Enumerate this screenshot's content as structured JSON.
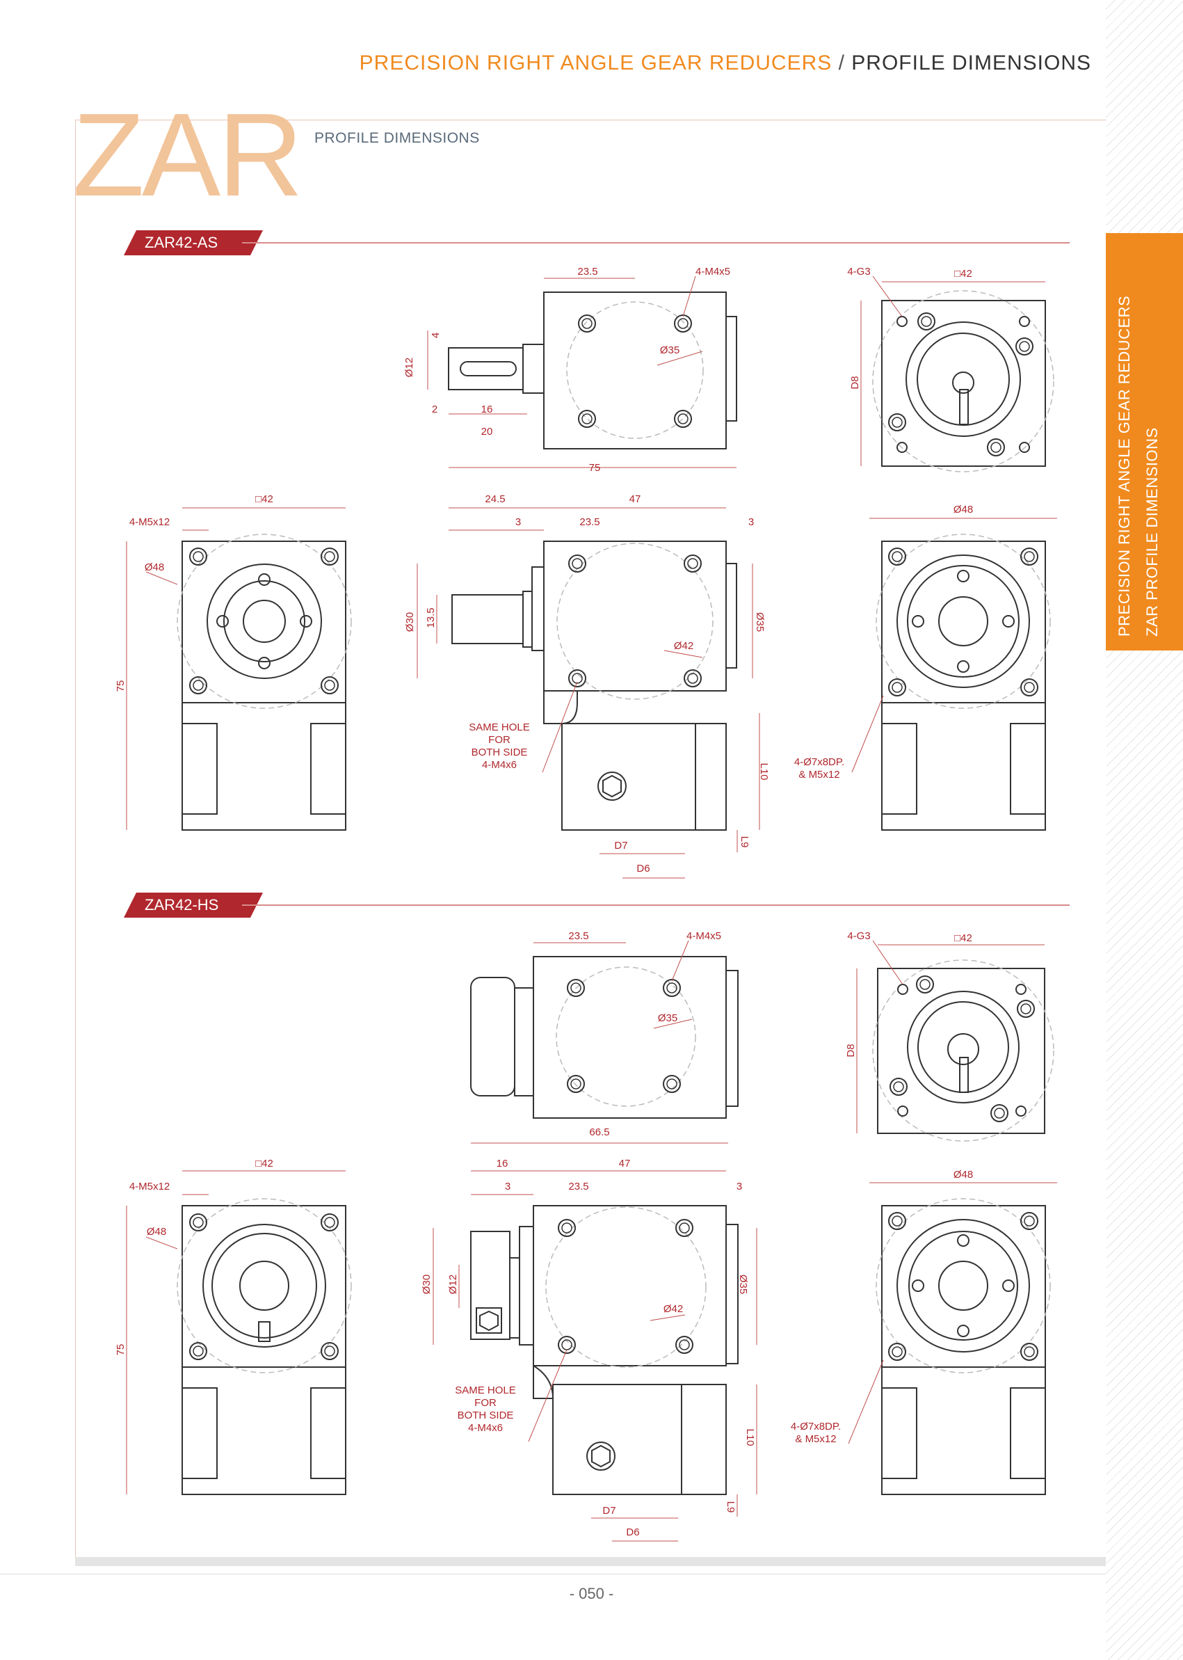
{
  "header": {
    "orange": "PRECISION RIGHT ANGLE GEAR REDUCERS",
    "sep": "/",
    "dark": "PROFILE DIMENSIONS"
  },
  "brand": {
    "big": "ZAR",
    "sub": "PROFILE DIMENSIONS"
  },
  "side_tab": {
    "line1": "PRECISION RIGHT ANGLE GEAR REDUCERS",
    "line2": "ZAR PROFILE DIMENSIONS"
  },
  "sections": [
    {
      "title": "ZAR42-AS",
      "top_side": {
        "d_23_5": "23.5",
        "m4": "4-M4x5",
        "d35": "Ø35",
        "d4": "4",
        "d12": "Ø12",
        "d2": "2",
        "d16": "16",
        "d20": "20",
        "d75": "75"
      },
      "top_end": {
        "g3": "4-G3",
        "sq42": "□42",
        "d8": "D8"
      },
      "bot_left": {
        "sq42": "□42",
        "m5": "4-M5x12",
        "d48": "Ø48",
        "d75": "75"
      },
      "bot_mid": {
        "d24_5": "24.5",
        "d47": "47",
        "d3a": "3",
        "d23_5": "23.5",
        "d3b": "3",
        "d30": "Ø30",
        "d13_5": "13.5",
        "d35": "Ø35",
        "d42": "Ø42",
        "note": [
          "SAME HOLE",
          "FOR",
          "BOTH SIDE",
          "4-M4x6"
        ],
        "l10": "L10",
        "l9": "L9",
        "d7": "D7",
        "d6": "D6"
      },
      "bot_right": {
        "d48": "Ø48",
        "note": [
          "4-Ø7x8DP.",
          "& M5x12"
        ]
      }
    },
    {
      "title": "ZAR42-HS",
      "top_side": {
        "d_23_5": "23.5",
        "m4": "4-M4x5",
        "d35": "Ø35",
        "d66_5": "66.5"
      },
      "top_end": {
        "g3": "4-G3",
        "sq42": "□42",
        "d8": "D8"
      },
      "bot_left": {
        "sq42": "□42",
        "m5": "4-M5x12",
        "d48": "Ø48",
        "d75": "75"
      },
      "bot_mid": {
        "d16": "16",
        "d47": "47",
        "d3a": "3",
        "d23_5": "23.5",
        "d3b": "3",
        "d30": "Ø30",
        "d12": "Ø12",
        "d35": "Ø35",
        "d42": "Ø42",
        "note": [
          "SAME HOLE",
          "FOR",
          "BOTH SIDE",
          "4-M4x6"
        ],
        "l10": "L10",
        "l9": "L9",
        "d7": "D7",
        "d6": "D6"
      },
      "bot_right": {
        "d48": "Ø48",
        "note": [
          "4-Ø7x8DP.",
          "& M5x12"
        ]
      }
    }
  ],
  "page_number": "- 050 -",
  "colors": {
    "orange": "#f08a1e",
    "red": "#b0272d",
    "dim": "#c0504d",
    "line": "#333333"
  }
}
